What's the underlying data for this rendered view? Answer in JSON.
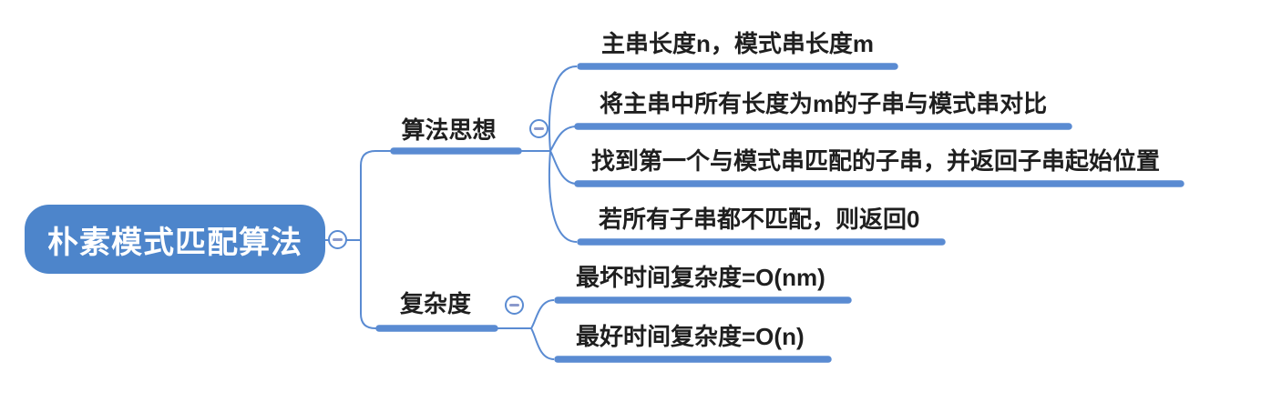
{
  "mindmap": {
    "root": {
      "label": "朴素模式匹配算法"
    },
    "branches": [
      {
        "label": "算法思想",
        "children": [
          {
            "label": "主串长度n，模式串长度m"
          },
          {
            "label": "将主串中所有长度为m的子串与模式串对比"
          },
          {
            "label": "找到第一个与模式串匹配的子串，并返回子串起始位置"
          },
          {
            "label": "若所有子串都不匹配，则返回0"
          }
        ]
      },
      {
        "label": "复杂度",
        "children": [
          {
            "label": "最坏时间复杂度=O(nm)"
          },
          {
            "label": "最好时间复杂度=O(n)"
          }
        ]
      }
    ],
    "colors": {
      "root_fill": "#4D85CB",
      "line": "#5A8BD2",
      "collapse_dash": "#8A99CC",
      "root_text": "#FFFFFF",
      "topic_text": "#1F1F1F",
      "background": "#FFFFFF"
    },
    "icons": {
      "collapse": "minus-circle-icon"
    }
  }
}
